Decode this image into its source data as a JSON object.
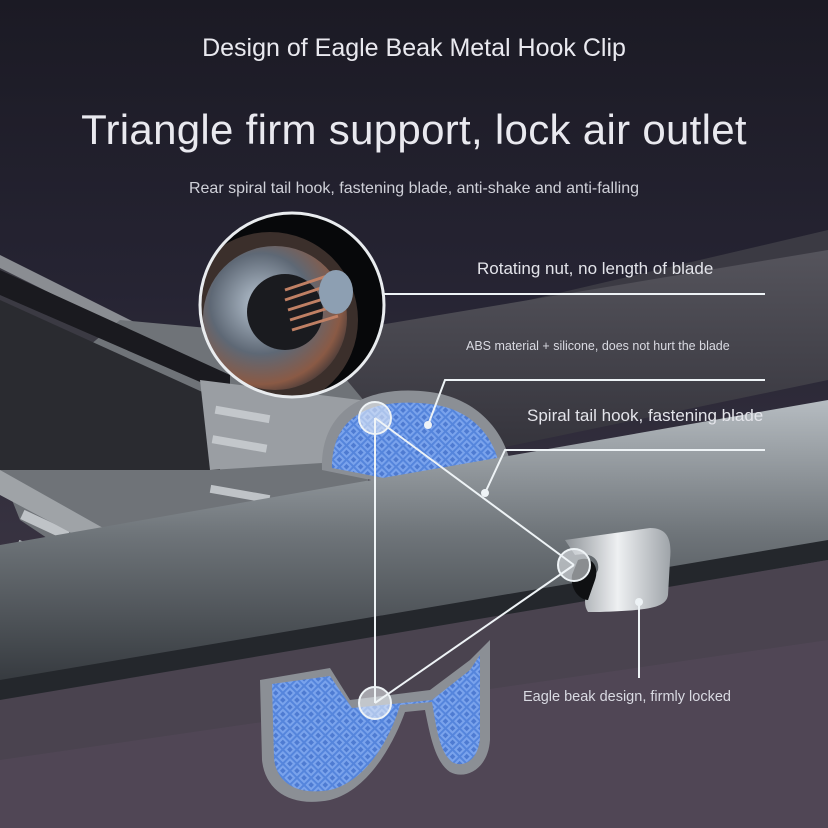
{
  "header": {
    "title": "Design of Eagle Beak Metal Hook Clip",
    "headline": "Triangle firm support, lock air outlet",
    "subtitle": "Rear spiral tail hook, fastening blade, anti-shake and anti-falling"
  },
  "annotations": [
    {
      "id": "rotating-nut",
      "label": "Rotating nut, no length of blade"
    },
    {
      "id": "abs-material",
      "label": "ABS material + silicone, does not hurt the blade"
    },
    {
      "id": "spiral-hook",
      "label": "Spiral tail hook, fastening blade"
    },
    {
      "id": "eagle-beak",
      "label": "Eagle beak design, firmly locked"
    }
  ],
  "colors": {
    "background_top": "#1c1b26",
    "background_bottom": "#4a4350",
    "clip_blue": "#4f7fd6",
    "metal_light": "#c9cdd2",
    "callout_line": "#eef3f6"
  }
}
